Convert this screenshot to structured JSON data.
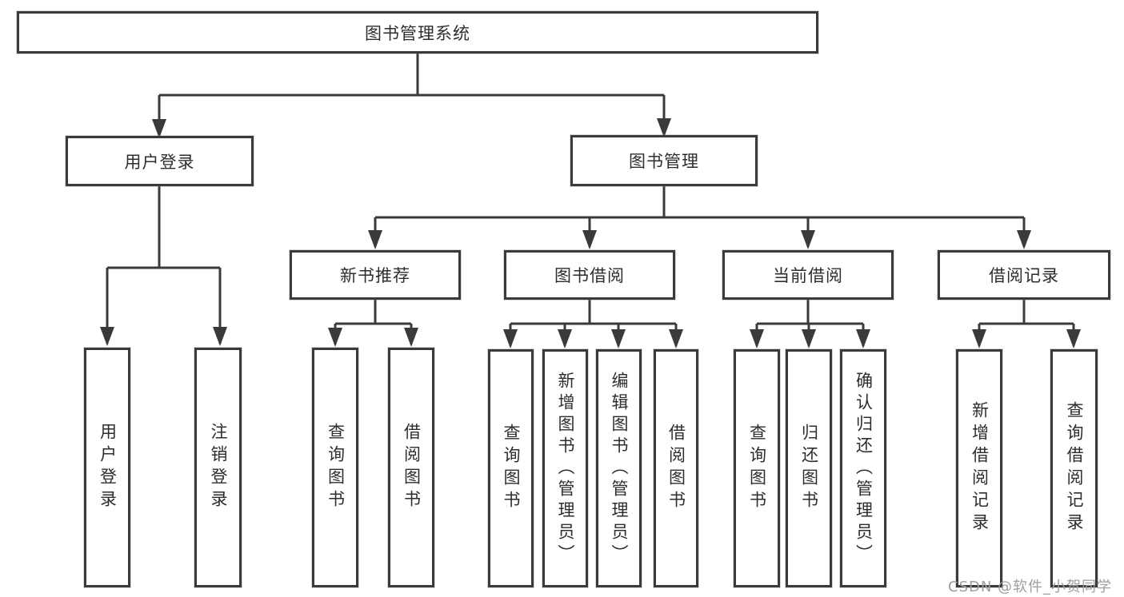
{
  "nodes": {
    "root": "图书管理系统",
    "user_login": "用户登录",
    "book_mgmt": "图书管理",
    "new_book": "新书推荐",
    "book_borrow": "图书借阅",
    "current_borrow": "当前借阅",
    "borrow_records": "借阅记录"
  },
  "leaves": {
    "user_login": [
      "用户登录",
      "注销登录"
    ],
    "new_book": [
      "查询图书",
      "借阅图书"
    ],
    "book_borrow": [
      "查询图书",
      "新增图书（管理员）",
      "编辑图书（管理员）",
      "借阅图书"
    ],
    "current_borrow": [
      "查询图书",
      "归还图书",
      "确认归还（管理员）"
    ],
    "borrow_records": [
      "新增借阅记录",
      "查询借阅记录"
    ]
  },
  "watermark": "CSDN @软件_小贺同学",
  "colors": {
    "line": "#3a3a3a",
    "text": "#2d2d2d",
    "background": "#ffffff",
    "watermark": "#9e9e9e"
  }
}
